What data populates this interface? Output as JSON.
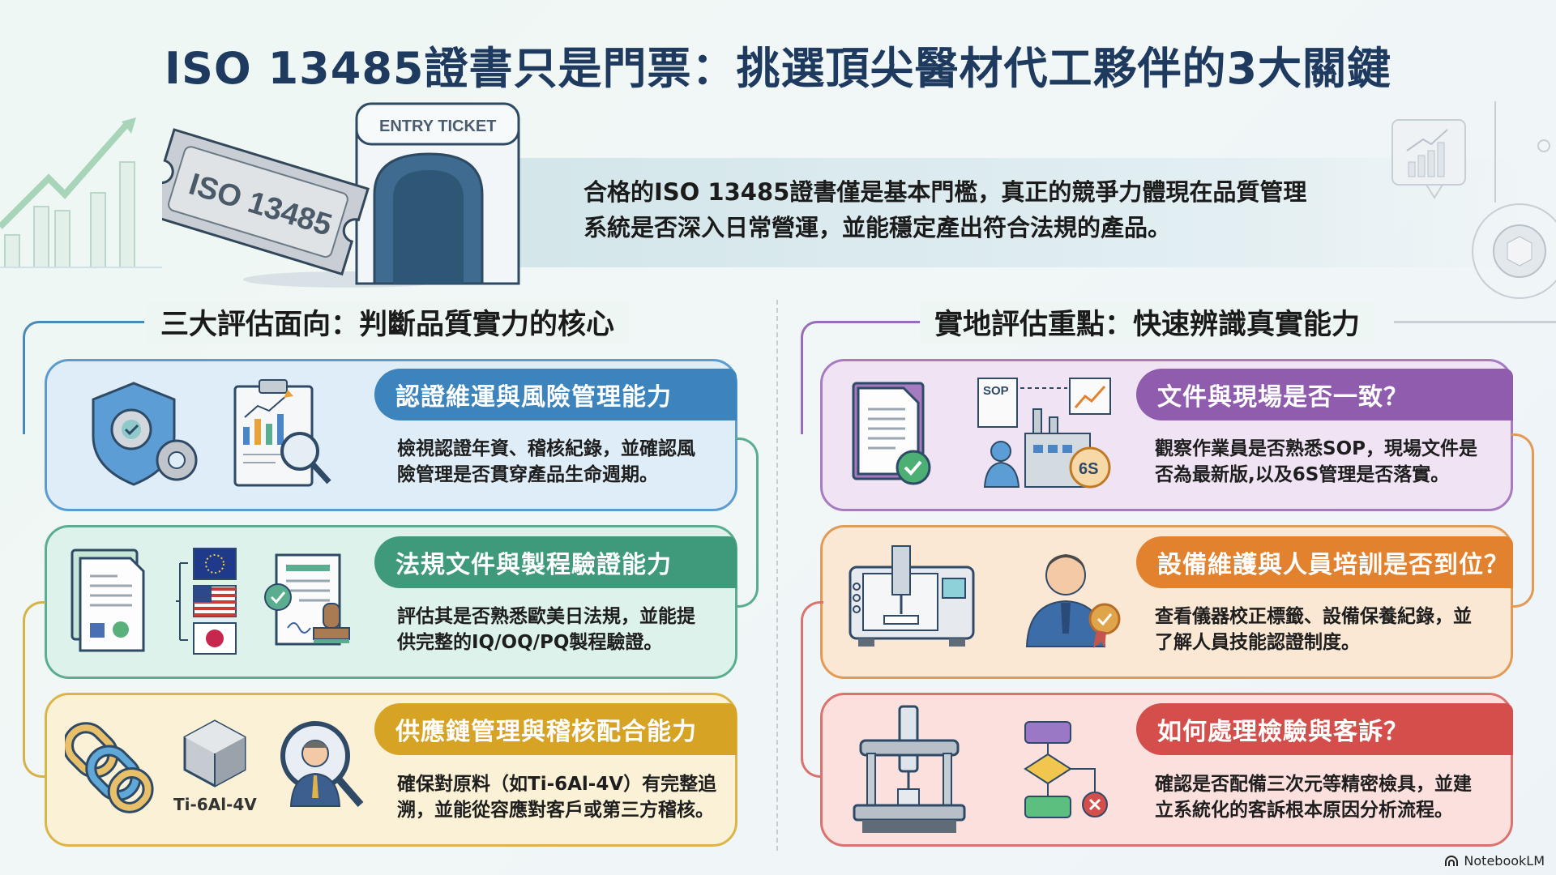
{
  "title": "ISO 13485證書只是門票：挑選頂尖醫材代工夥伴的3大關鍵",
  "hero": {
    "ticket_text": "ISO 13485",
    "gate_label": "ENTRY TICKET",
    "summary_line1": "合格的ISO 13485證書僅是基本門檻，真正的競爭力體現在品質管理",
    "summary_line2": "系統是否深入日常營運，並能穩定產出符合法規的產品。"
  },
  "left_section": {
    "title": "三大評估面向：判斷品質實力的核心",
    "cards": [
      {
        "heading": "認證維運與風險管理能力",
        "desc_line1": "檢視認證年資、稽核紀錄，並確認風",
        "desc_line2": "險管理是否貫穿產品生命週期。",
        "color": "#3d84bd",
        "bg": "#deedf8",
        "border": "#5a9ccf",
        "icons": [
          "shield-gear-icon",
          "clipboard-chart-magnifier-icon"
        ]
      },
      {
        "heading": "法規文件與製程驗證能力",
        "desc_line1": "評估其是否熟悉歐美日法規，並能提",
        "desc_line2": "供完整的IQ/OQ/PQ製程驗證。",
        "color": "#3f9a7c",
        "bg": "#dcf2ea",
        "border": "#5aae8f",
        "icons": [
          "documents-icon",
          "flags-eu-us-jp-icon",
          "certificate-stamp-icon"
        ]
      },
      {
        "heading": "供應鏈管理與稽核配合能力",
        "desc_line1": "確保對原料（如Ti-6Al-4V）有完整追",
        "desc_line2": "溯，並能從容應對客戶或第三方稽核。",
        "color": "#d6a324",
        "bg": "#fbf1d6",
        "border": "#dcb548",
        "icons": [
          "chain-link-icon",
          "metal-cube-icon",
          "auditor-magnifier-icon"
        ],
        "cube_label": "Ti-6Al-4V"
      }
    ]
  },
  "right_section": {
    "title": "實地評估重點：快速辨識真實能力",
    "cards": [
      {
        "heading": "文件與現場是否一致？",
        "desc_line1": "觀察作業員是否熟悉SOP，現場文件是",
        "desc_line2": "否為最新版,以及6S管理是否落實。",
        "color": "#8f5cae",
        "bg": "#efe3f4",
        "border": "#a77bc0",
        "icons": [
          "document-check-icon",
          "sop-factory-6s-icon"
        ],
        "sop_label": "SOP",
        "six_s_label": "6S"
      },
      {
        "heading": "設備維護與人員培訓是否到位？",
        "desc_line1": "查看儀器校正標籤、設備保養紀錄，並",
        "desc_line2": "了解人員技能認證制度。",
        "color": "#e2822f",
        "bg": "#fbe8d4",
        "border": "#e39a55",
        "icons": [
          "cnc-machine-icon",
          "certified-worker-icon"
        ]
      },
      {
        "heading": "如何處理檢驗與客訴？",
        "desc_line1": "確認是否配備三次元等精密檢具，並建",
        "desc_line2": "立系統化的客訴根本原因分析流程。",
        "color": "#d44f4c",
        "bg": "#fbe0de",
        "border": "#d97370",
        "icons": [
          "cmm-machine-icon",
          "flowchart-icon"
        ]
      }
    ]
  },
  "footer": {
    "brand": "NotebookLM"
  }
}
